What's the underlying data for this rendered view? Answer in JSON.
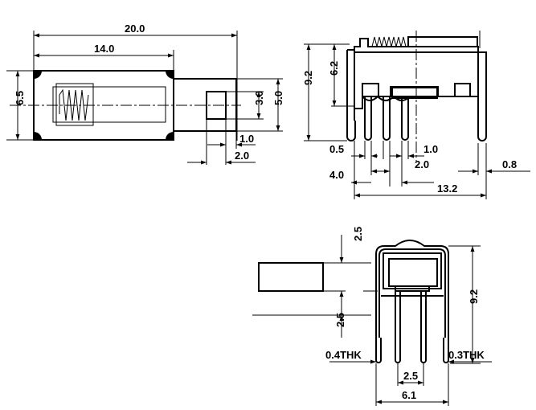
{
  "top_view": {
    "overall_length": "20.0",
    "body_length": "14.0",
    "body_height": "6.5",
    "knob_outer": "5.0",
    "knob_inner": "3.0",
    "knob_gap": "1.0",
    "knob_width": "2.0"
  },
  "side_view": {
    "total_height": "9.2",
    "body_height": "6.2",
    "pin_offset": "0.5",
    "pin_width": "1.0",
    "pin_pitch": "2.0",
    "first_pin": "4.0",
    "overall_length": "13.2",
    "tab_width": "0.8"
  },
  "end_view": {
    "actuator_top": "2.5",
    "actuator_bottom": "2.5",
    "total_height": "9.2",
    "thickness_left": "0.4THK",
    "thickness_right": "0.3THK",
    "pin_pitch": "2.5",
    "overall_width": "6.1"
  }
}
